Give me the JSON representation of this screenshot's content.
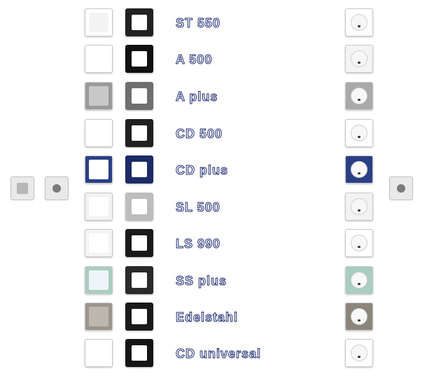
{
  "rows": [
    {
      "label": "ST 550",
      "switch_color": "#ffffff",
      "rocker_color": "#f4f4f4",
      "frame_color": "#222222",
      "socket_color": "#ffffff"
    },
    {
      "label": "A 500",
      "switch_color": "#ffffff",
      "rocker_color": "#ffffff",
      "frame_color": "#111111",
      "socket_color": "#f4f4f4"
    },
    {
      "label": "A plus",
      "switch_color": "#9a9a9a",
      "rocker_color": "#c8c8c8",
      "frame_color": "#6f6f6f",
      "socket_color": "#a9a9a9"
    },
    {
      "label": "CD 500",
      "switch_color": "#ffffff",
      "rocker_color": "#ffffff",
      "frame_color": "#202020",
      "socket_color": "#ffffff"
    },
    {
      "label": "CD plus",
      "switch_color": "#2b3f86",
      "rocker_color": "#ffffff",
      "frame_color": "#1c2a66",
      "socket_color": "#2b3f86"
    },
    {
      "label": "SL 500",
      "switch_color": "#f2f2f2",
      "rocker_color": "#ffffff",
      "frame_color": "#bdbdbd",
      "socket_color": "#f2f2f2"
    },
    {
      "label": "LS 990",
      "switch_color": "#f4f4f4",
      "rocker_color": "#ffffff",
      "frame_color": "#1a1a1a",
      "socket_color": "#ffffff"
    },
    {
      "label": "SS plus",
      "switch_color": "#a9cdbf",
      "rocker_color": "#eef5f8",
      "frame_color": "#2a2a2a",
      "socket_color": "#a9cdbf"
    },
    {
      "label": "Edelstahl",
      "switch_color": "#9b958c",
      "rocker_color": "#bdb8ae",
      "frame_color": "#1a1a1a",
      "socket_color": "#8b857b"
    },
    {
      "label": "CD universal",
      "switch_color": "#ffffff",
      "rocker_color": "#ffffff",
      "frame_color": "#151515",
      "socket_color": "#ffffff"
    }
  ]
}
